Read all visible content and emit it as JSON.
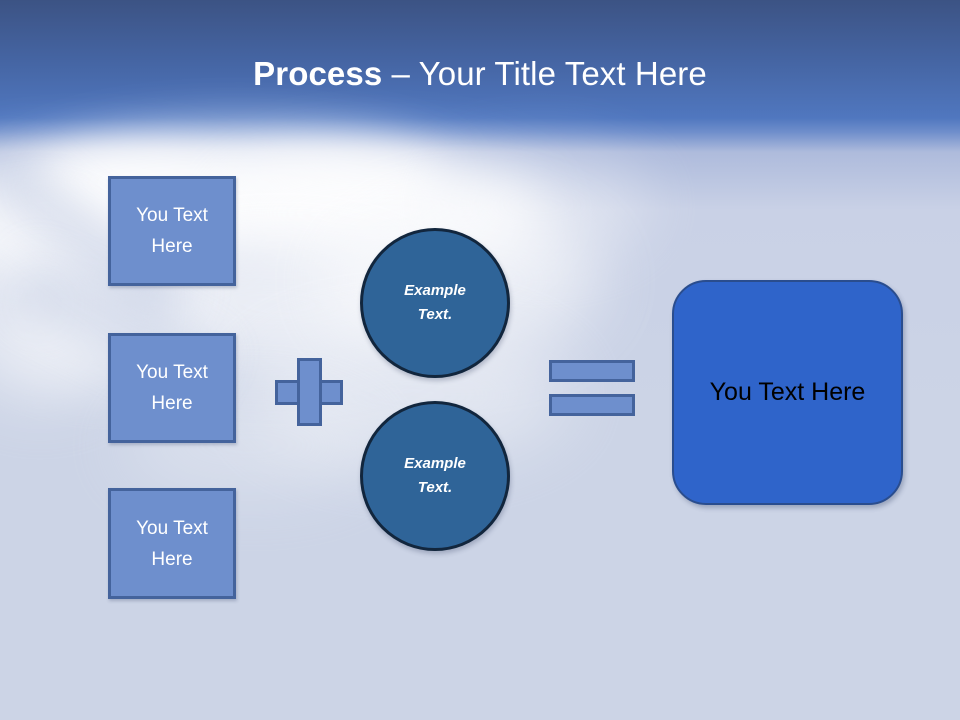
{
  "slide": {
    "title": {
      "strong": "Process",
      "rest": " – Your Title Text Here"
    },
    "colors": {
      "band_top": "#3c5384",
      "band_bottom": "#5077bf",
      "body_background": "#ccd4e6",
      "box_fill": "#6e8fcd",
      "box_border": "#44639c",
      "circle_fill": "#2f6498",
      "circle_border": "#12263d",
      "result_fill": "#2f64ca",
      "result_border": "#2a4d8e",
      "box_text": "#ffffff",
      "result_text": "#000000",
      "title_text": "#ffffff"
    },
    "input_boxes": [
      {
        "line1": "You Text",
        "line2": "Here"
      },
      {
        "line1": "You Text",
        "line2": "Here"
      },
      {
        "line1": "You Text",
        "line2": "Here"
      }
    ],
    "operator_plus": "+",
    "operator_equals": "=",
    "circles": [
      {
        "line1": "Example",
        "line2": "Text."
      },
      {
        "line1": "Example",
        "line2": "Text."
      }
    ],
    "result": {
      "label": "You Text Here"
    }
  }
}
